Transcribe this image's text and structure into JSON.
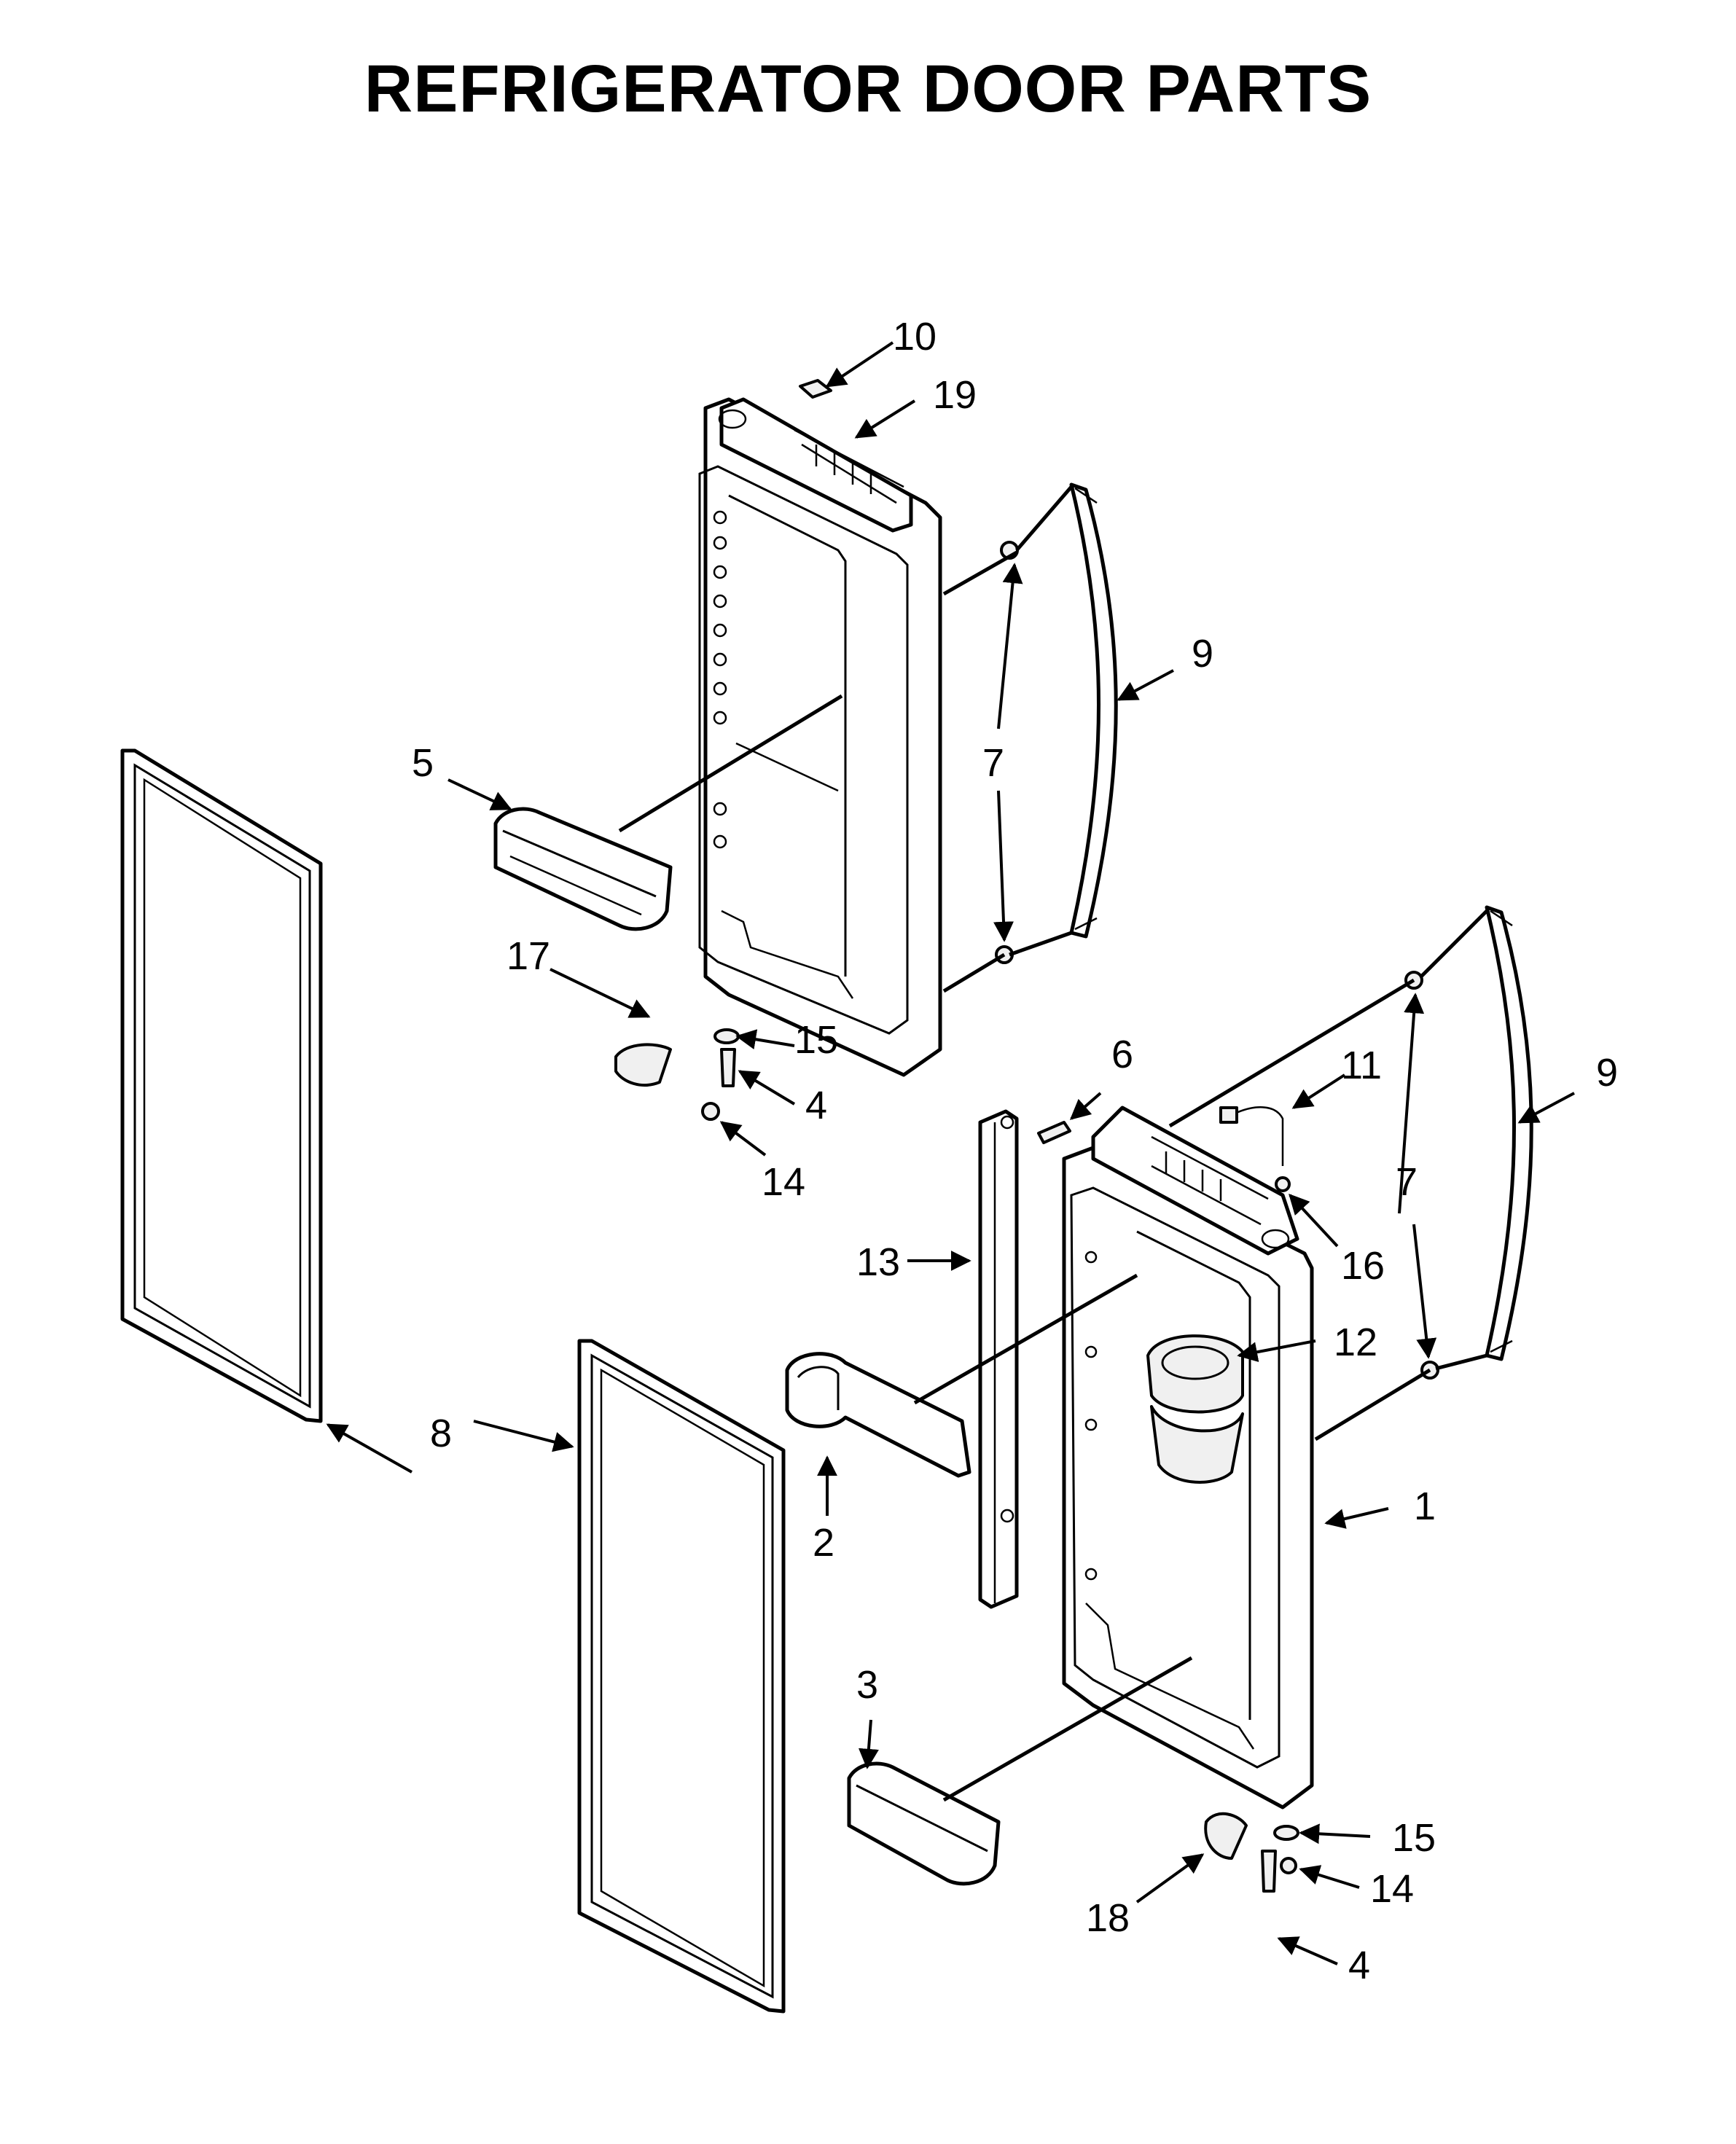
{
  "title": "REFRIGERATOR DOOR PARTS",
  "callouts": [
    "1",
    "2",
    "3",
    "4",
    "4",
    "5",
    "6",
    "7",
    "7",
    "8",
    "9",
    "9",
    "10",
    "11",
    "12",
    "13",
    "14",
    "14",
    "15",
    "15",
    "16",
    "17",
    "18",
    "19"
  ]
}
